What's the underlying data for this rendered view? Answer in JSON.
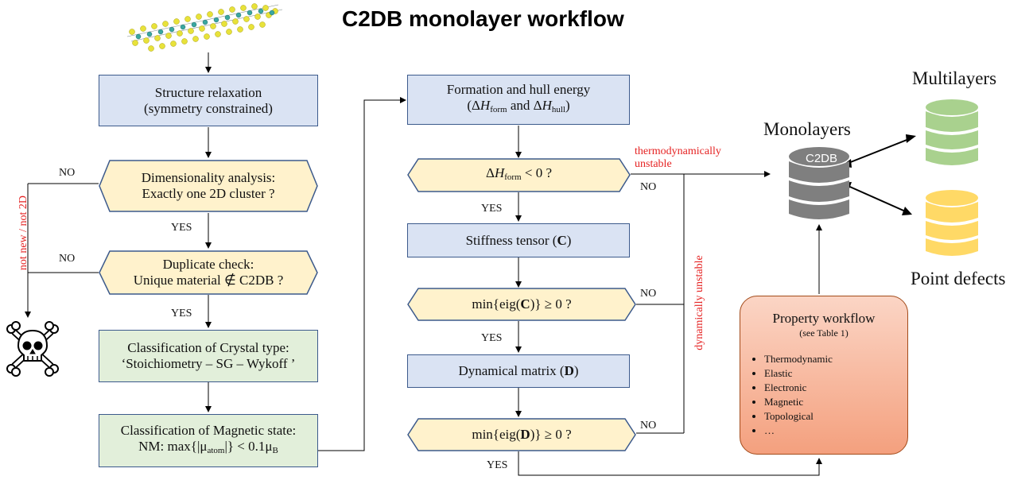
{
  "title": "C2DB monolayer workflow",
  "left_column": {
    "relax": {
      "line1": "Structure relaxation",
      "line2": "(symmetry constrained)"
    },
    "dimensionality": {
      "line1": "Dimensionality analysis:",
      "line2": "Exactly one 2D cluster ?"
    },
    "duplicate": {
      "line1": "Duplicate check:",
      "line2": "Unique material ∉ C2DB ?"
    },
    "crystal": {
      "line1": "Classification of Crystal type:",
      "line2": "‘Stoichiometry – SG – Wykoff ’"
    },
    "magnetic": {
      "line1": "Classification of Magnetic state:",
      "line2_a": "NM: max{|μ",
      "line2_sub": "atom",
      "line2_b": "|} <  0.1μ",
      "line2_sub2": "B"
    }
  },
  "middle_column": {
    "formation": {
      "line1": "Formation and hull energy",
      "line2_a": "(Δ",
      "line2_H1": "H",
      "line2_sub1": "form",
      "line2_mid": " and Δ",
      "line2_H2": "H",
      "line2_sub2": "hull",
      "line2_end": ")"
    },
    "hform_check": {
      "a": "Δ",
      "H": "H",
      "sub": "form",
      "b": " < 0 ?"
    },
    "stiffness": {
      "a": "Stiffness tensor (",
      "bold": "C",
      "b": ")"
    },
    "eigC": {
      "a": "min{eig(",
      "bold": "C",
      "b": ")} ≥ 0 ?"
    },
    "dynamical": {
      "a": "Dynamical matrix (",
      "bold": "D",
      "b": ")"
    },
    "eigD": {
      "a": "min{eig(",
      "bold": "D",
      "b": ")} ≥ 0 ?"
    }
  },
  "labels": {
    "no": "NO",
    "yes": "YES",
    "not_new": "not  new / not  2D",
    "thermo_line1": "thermodynamically",
    "thermo_line2": "unstable",
    "dyn_unstable": "dynamically  unstable"
  },
  "databases": {
    "monolayers": "Monolayers",
    "c2db": "C2DB",
    "multilayers": "Multilayers",
    "point_defects": "Point defects"
  },
  "property_workflow": {
    "title": "Property workflow",
    "subtitle": "(see Table 1)",
    "items": [
      "Thermodynamic",
      "Elastic",
      "Electronic",
      "Magnetic",
      "Topological",
      "…"
    ]
  },
  "colors": {
    "blue_box": "#dae3f3",
    "green_box": "#e2efda",
    "decision": "#fff2cc",
    "red_text": "#e52222",
    "db_gray": "#7f7f7f",
    "db_green": "#a9d18e",
    "db_yellow": "#ffd966"
  },
  "icons": [
    "crystal-structure-icon",
    "skull-crossbones-icon",
    "database-icon"
  ]
}
